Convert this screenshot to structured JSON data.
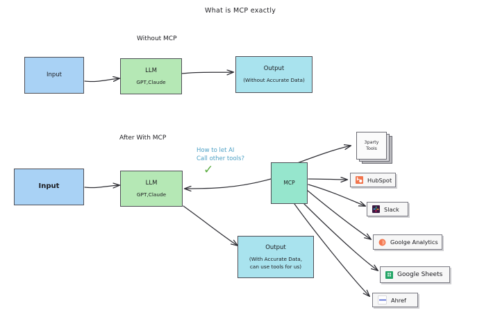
{
  "diagram": {
    "title": "What is MCP exactly",
    "sections": [
      {
        "label": "Without MCP"
      },
      {
        "label": "After With MCP"
      }
    ],
    "colors": {
      "input": "#a9d2f5",
      "llm": "#b5e8b5",
      "output": "#a9e3ee",
      "mcp": "#96e6cd",
      "annotation": "#4b9fc4",
      "check": "#56aa3a",
      "stroke": "#4d4d55"
    },
    "row1": {
      "input": {
        "label": "Input"
      },
      "llm": {
        "title": "LLM",
        "subtitle": "GPT,Claude"
      },
      "output": {
        "title": "Output",
        "subtitle": "(Without Accurate Data)"
      }
    },
    "row2": {
      "input": {
        "label": "Input"
      },
      "llm": {
        "title": "LLM",
        "subtitle": "GPT,Claude"
      },
      "mcp": {
        "label": "MCP"
      },
      "output": {
        "title": "Output",
        "subtitle_line1": "(With Accurate Data,",
        "subtitle_line2": "can use tools for us)"
      },
      "annotation": {
        "line1": "How to let AI",
        "line2": "Call other tools?",
        "check": "✓"
      }
    },
    "tools": [
      {
        "name": "3party-tools",
        "label_line1": "3party",
        "label_line2": "Tools",
        "icon": "stacked-cards-icon",
        "type": "stack"
      },
      {
        "name": "hubspot",
        "label": "HubSpot",
        "icon": "hubspot-icon",
        "icon_color": "#f2744c",
        "type": "chip"
      },
      {
        "name": "slack",
        "label": "Slack",
        "icon": "slack-icon",
        "icon_color": "#3a1640",
        "type": "chip"
      },
      {
        "name": "google-analytics",
        "label": "Goolge Analytics",
        "icon": "google-analytics-icon",
        "icon_color": "#f2744c",
        "type": "chip"
      },
      {
        "name": "google-sheets",
        "label": "Google Sheets",
        "icon": "google-sheets-icon",
        "icon_color": "#23a566",
        "type": "chip"
      },
      {
        "name": "ahref",
        "label": "Ahref",
        "icon": "ahref-icon",
        "icon_color": "#2b44c7",
        "type": "chip"
      }
    ]
  }
}
